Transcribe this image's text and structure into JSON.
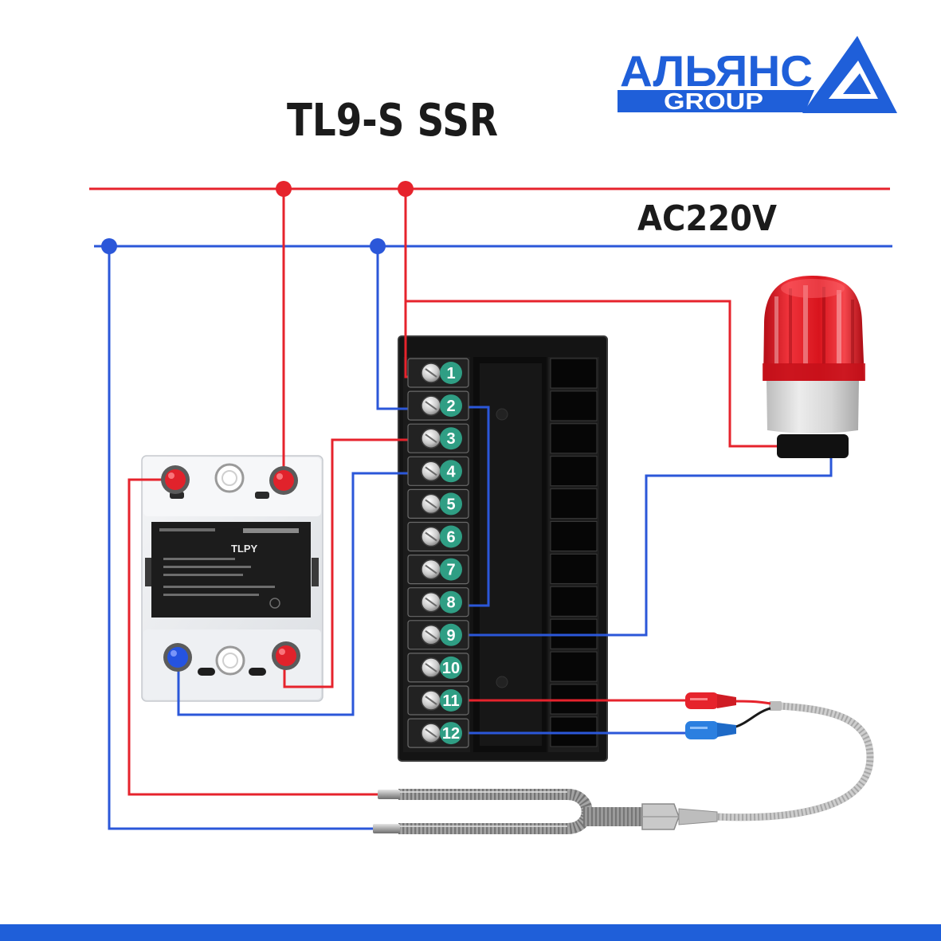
{
  "title": "TL9-S SSR",
  "supply": {
    "label": "AC220V"
  },
  "logo": {
    "name": "АЛЬЯНС",
    "group": "GROUP"
  },
  "controller": {
    "terminals": [
      "1",
      "2",
      "3",
      "4",
      "5",
      "6",
      "7",
      "8",
      "9",
      "10",
      "11",
      "12"
    ]
  },
  "ssr": {
    "brand": "TLPY"
  },
  "colors": {
    "live": "#e6232c",
    "neutral": "#2b57d9",
    "brand": "#1f5fd9",
    "terminal_badge": "#2f9e84"
  }
}
